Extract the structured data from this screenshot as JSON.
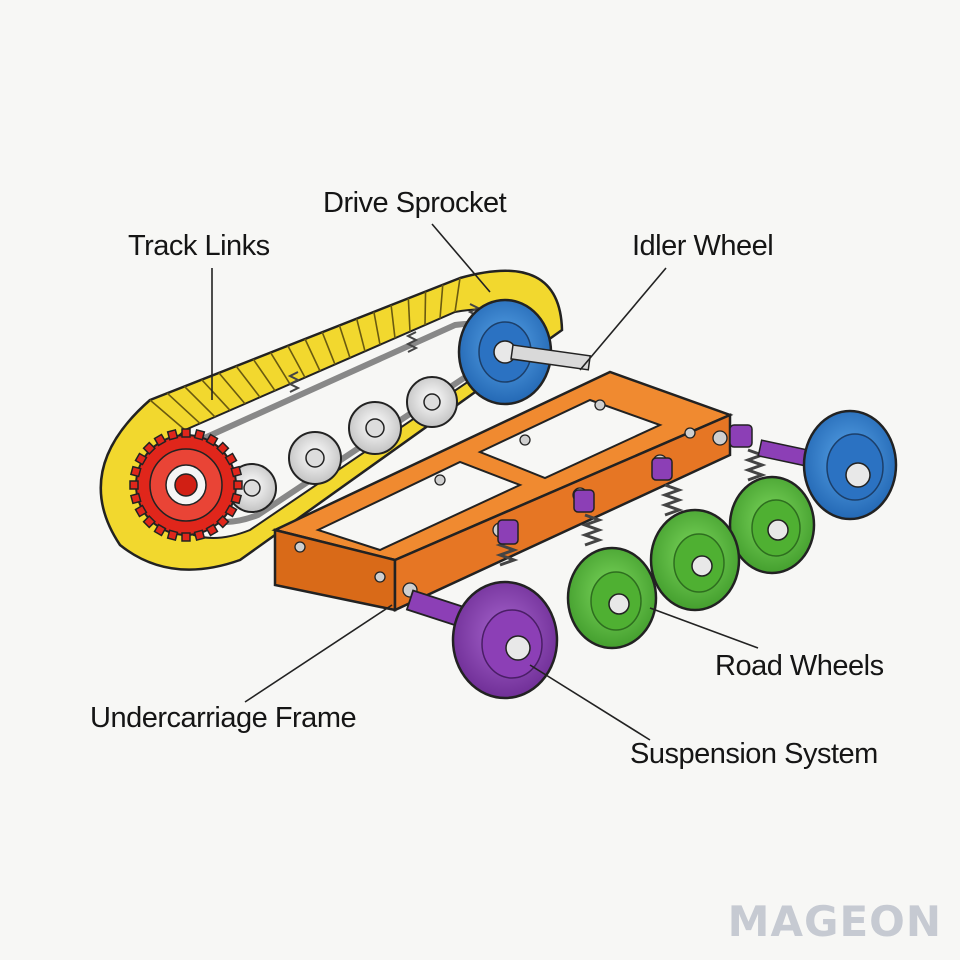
{
  "labels": {
    "drive_sprocket": "Drive Sprocket",
    "track_links": "Track Links",
    "idler_wheel": "Idler Wheel",
    "road_wheels": "Road Wheels",
    "undercarriage_frame": "Undercarriage Frame",
    "suspension_system": "Suspension System"
  },
  "watermark": "MAGEON",
  "colors": {
    "track_links": "#f2d82e",
    "drive_sprocket": "#e0261b",
    "idler_wheel": "#2f7fcf",
    "road_wheels": "#5cc040",
    "undercarriage_frame": "#ee7c22",
    "suspension_system": "#8c3fb6",
    "outline": "#222222"
  }
}
